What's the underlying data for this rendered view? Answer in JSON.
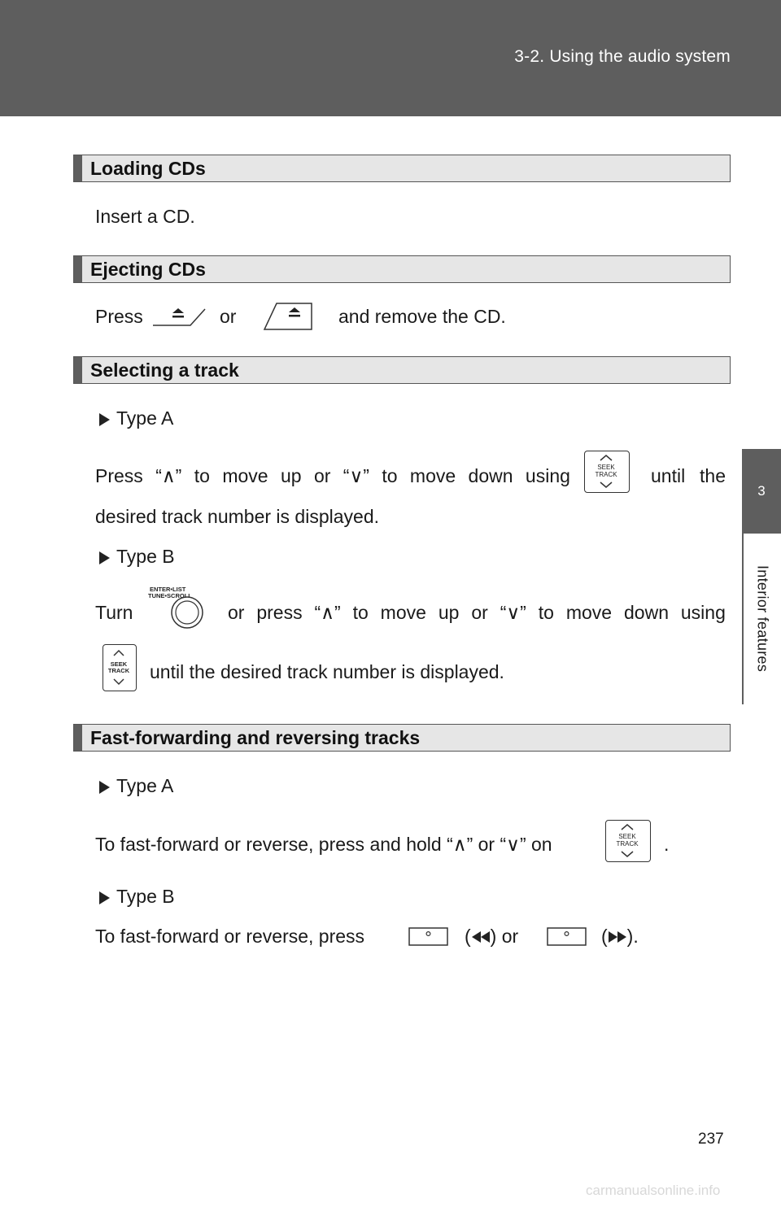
{
  "header": {
    "section_title": "3-2. Using the audio system"
  },
  "side_tab": {
    "number": "3",
    "label": "Interior features"
  },
  "sections": {
    "loading": {
      "title": "Loading CDs",
      "text": "Insert a CD."
    },
    "ejecting": {
      "title": "Ejecting CDs",
      "text_press": "Press",
      "text_or": "or",
      "text_after": "and remove the CD."
    },
    "selecting": {
      "title": "Selecting a track",
      "type_a": "Type A",
      "type_a_line1_words": [
        "Press",
        "“∧”",
        "to",
        "move",
        "up",
        "or",
        "“∨”",
        "to",
        "move",
        "down",
        "using"
      ],
      "type_a_line1_end": "until the",
      "type_a_line2": "desired track number is displayed.",
      "type_b": "Type B",
      "type_b_line1_start": "Turn",
      "type_b_line1_words": [
        "or",
        "press",
        "“∧”",
        "to",
        "move",
        "up",
        "or",
        "“∨”",
        "to",
        "move",
        "down",
        "using"
      ],
      "type_b_line2": "until the desired track number is displayed."
    },
    "fastforward": {
      "title": "Fast-forwarding and reversing tracks",
      "type_a": "Type A",
      "type_a_text": "To fast-forward or reverse, press and hold “∧” or “∨” on",
      "type_a_end": ".",
      "type_b": "Type B",
      "type_b_text": "To fast-forward or reverse, press",
      "type_b_mid_open": "(",
      "type_b_mid_close": ") or",
      "type_b_end_open": "(",
      "type_b_end_close": ")."
    }
  },
  "buttons": {
    "seek_track": [
      "SEEK",
      "TRACK"
    ],
    "knob_label": [
      "ENTER•LIST",
      "TUNE•SCROLL"
    ]
  },
  "footer": {
    "page_number": "237",
    "watermark": "carmanualsonline.info"
  }
}
